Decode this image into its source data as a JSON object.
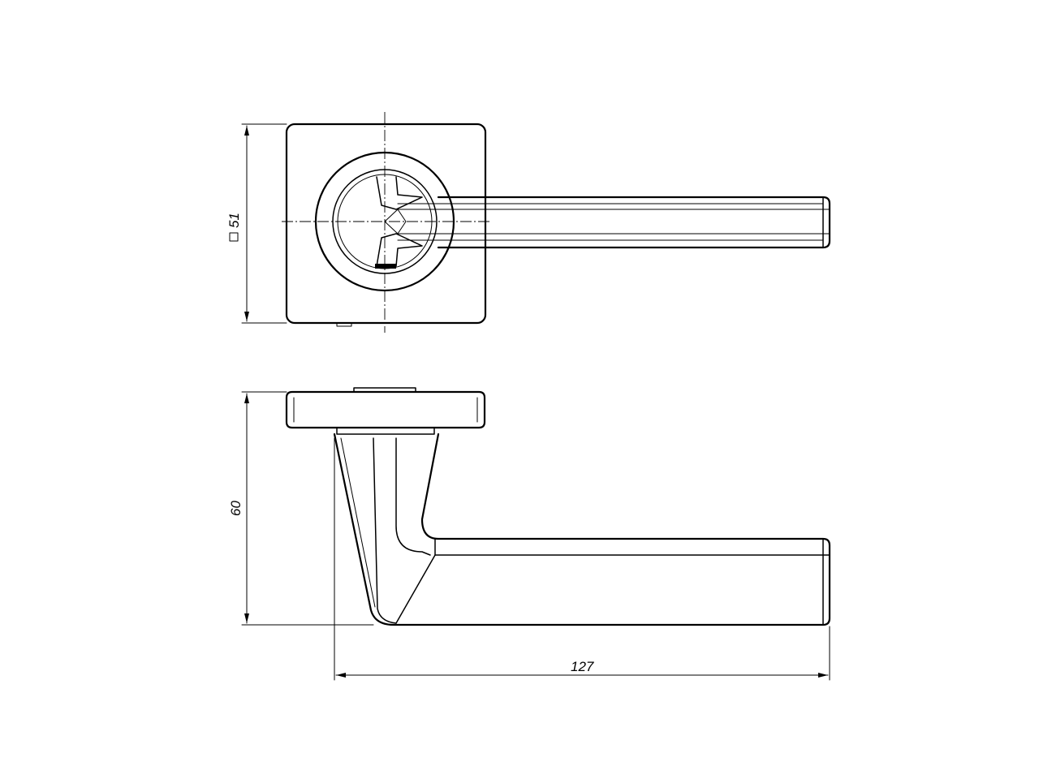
{
  "dimensions": {
    "rosette_square": {
      "symbol": "□",
      "value": "51"
    },
    "height": {
      "value": "60"
    },
    "length": {
      "value": "127"
    }
  },
  "colors": {
    "line": "#000000",
    "background": "#ffffff"
  }
}
